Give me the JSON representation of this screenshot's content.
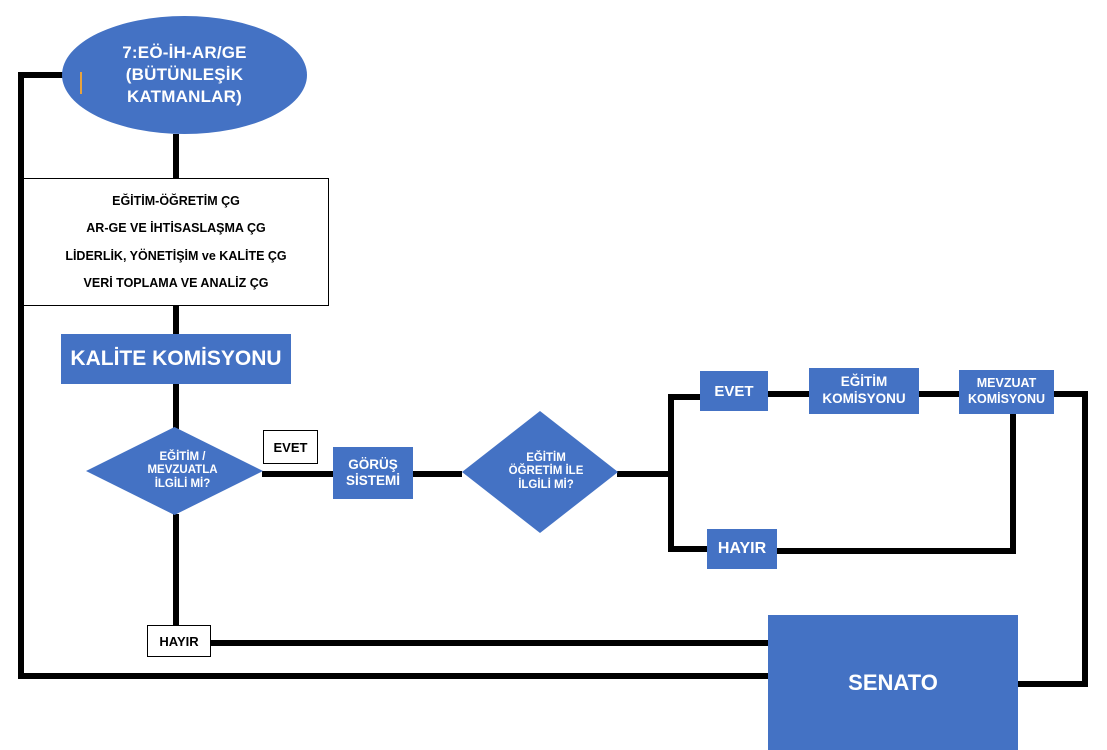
{
  "diagram": {
    "title_node": {
      "label": "7:EÖ-İH-AR/GE\n(BÜTÜNLEŞİK\nKATMANLAR)",
      "line1": "7:EÖ-İH-AR/GE",
      "line2": "(BÜTÜNLEŞİK",
      "line3": "KATMANLAR)"
    },
    "working_groups": {
      "items": [
        "EĞİTİM-ÖĞRETİM ÇG",
        "AR-GE VE İHTİSASLAŞMA ÇG",
        "LİDERLİK, YÖNETİŞİM ve KALİTE ÇG",
        "VERİ TOPLAMA VE ANALİZ ÇG"
      ]
    },
    "quality_commission": {
      "label": "KALİTE KOMİSYONU"
    },
    "decision1": {
      "line1": "EĞİTİM /",
      "line2": "MEVZUATLA",
      "line3": "İLGİLİ Mİ?"
    },
    "decision1_yes": {
      "label": "EVET"
    },
    "decision1_no": {
      "label": "HAYIR"
    },
    "opinion_system": {
      "line1": "GÖRÜŞ",
      "line2": "SİSTEMİ"
    },
    "decision2": {
      "line1": "EĞİTİM",
      "line2": "ÖĞRETİM İLE",
      "line3": "İLGİLİ Mİ?"
    },
    "decision2_yes": {
      "label": "EVET"
    },
    "decision2_no": {
      "label": "HAYIR"
    },
    "education_commission": {
      "line1": "EĞİTİM",
      "line2": "KOMİSYONU"
    },
    "legislation_commission": {
      "line1": "MEVZUAT",
      "line2": "KOMİSYONU"
    },
    "senate": {
      "label": "SENATO"
    },
    "colors": {
      "accent_blue": "#4472C4",
      "connector_black": "#000000",
      "box_white": "#FFFFFF",
      "orange_marker": "#E8A33D"
    }
  }
}
